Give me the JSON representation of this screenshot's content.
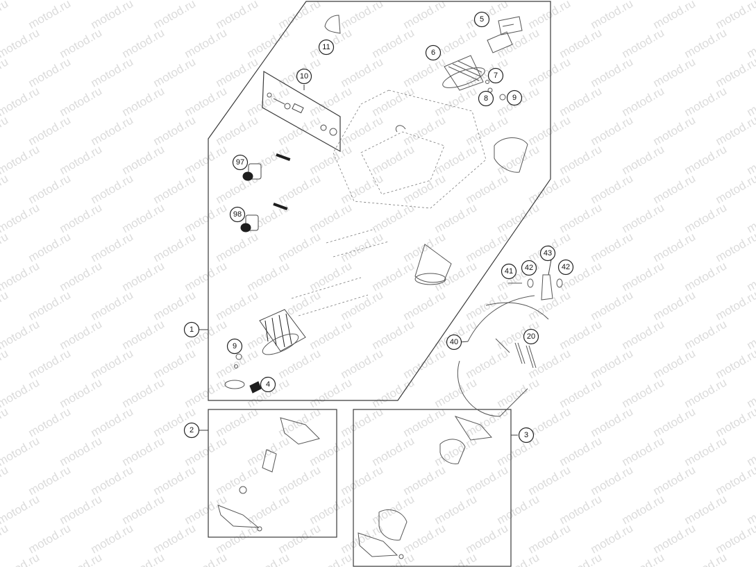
{
  "watermark": {
    "text": "motod.ru"
  },
  "callouts": [
    "1",
    "2",
    "3",
    "4",
    "5",
    "6",
    "7",
    "8",
    "9",
    "9",
    "10",
    "11",
    "20",
    "40",
    "41",
    "42",
    "42",
    "43",
    "97",
    "98"
  ]
}
